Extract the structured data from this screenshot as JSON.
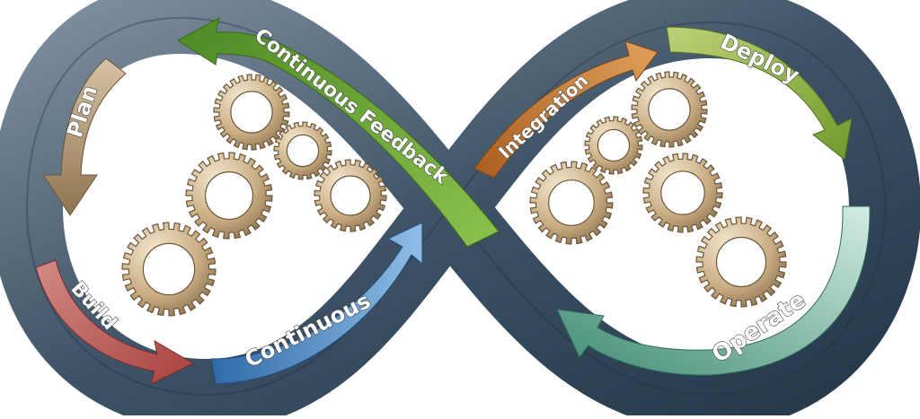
{
  "diagram": {
    "stages": [
      {
        "id": "plan",
        "label": "Plan",
        "color": "#b49a74"
      },
      {
        "id": "build",
        "label": "Build",
        "color": "#c0615f"
      },
      {
        "id": "ci",
        "label": "Continuous",
        "color": "#4a86c0"
      },
      {
        "id": "integration",
        "label": "Integration",
        "color": "#c27a32"
      },
      {
        "id": "deploy",
        "label": "Deploy",
        "color": "#8db03e"
      },
      {
        "id": "operate",
        "label": "Operate",
        "color": "#6fae98"
      },
      {
        "id": "feedback",
        "label": "Continuous Feedback",
        "color": "#6a9e3a"
      }
    ],
    "band_color": "#3e5366",
    "gear_color": "#c9ad83"
  }
}
